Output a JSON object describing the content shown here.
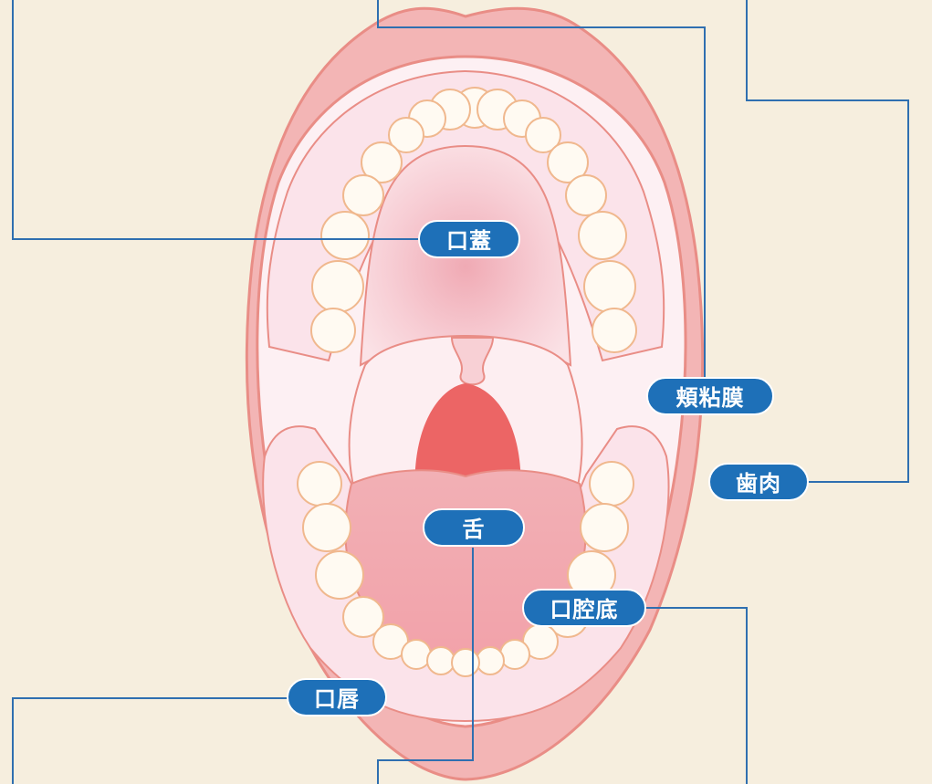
{
  "labels": {
    "palate": "口蓋",
    "buccal_mucosa": "頬粘膜",
    "gingiva": "歯肉",
    "tongue": "舌",
    "floor_of_mouth": "口腔底",
    "lips": "口唇"
  },
  "colors": {
    "background": "#f6eede",
    "label_fill": "#1e70b8",
    "leader_line": "#2f6fb0",
    "lip": "#f3b5b5",
    "lip_outline": "#e98d86",
    "gum": "#fbe3ea",
    "tooth": "#fffaf2",
    "tooth_outline": "#f0b88e",
    "tongue": "#f4aab0",
    "throat": "#ec6565"
  }
}
